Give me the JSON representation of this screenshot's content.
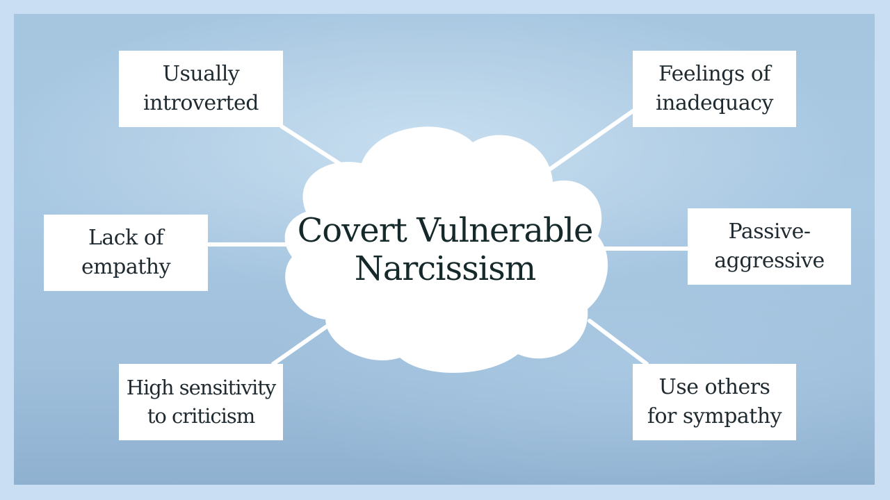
{
  "center": {
    "title": "Covert Vulnerable\nNarcissism"
  },
  "traits": [
    {
      "label": "Usually\nintroverted"
    },
    {
      "label": "Lack of\nempathy"
    },
    {
      "label": "High sensitivity\nto criticism"
    },
    {
      "label": "Feelings of\ninadequacy"
    },
    {
      "label": "Passive-\naggressive"
    },
    {
      "label": "Use others\nfor sympathy"
    }
  ],
  "colors": {
    "background": "#a6c6e0",
    "frame": "#c9def2",
    "node_fill": "#ffffff",
    "title_text": "#15292b",
    "label_text": "#1f2a30",
    "connector": "#ffffff"
  }
}
